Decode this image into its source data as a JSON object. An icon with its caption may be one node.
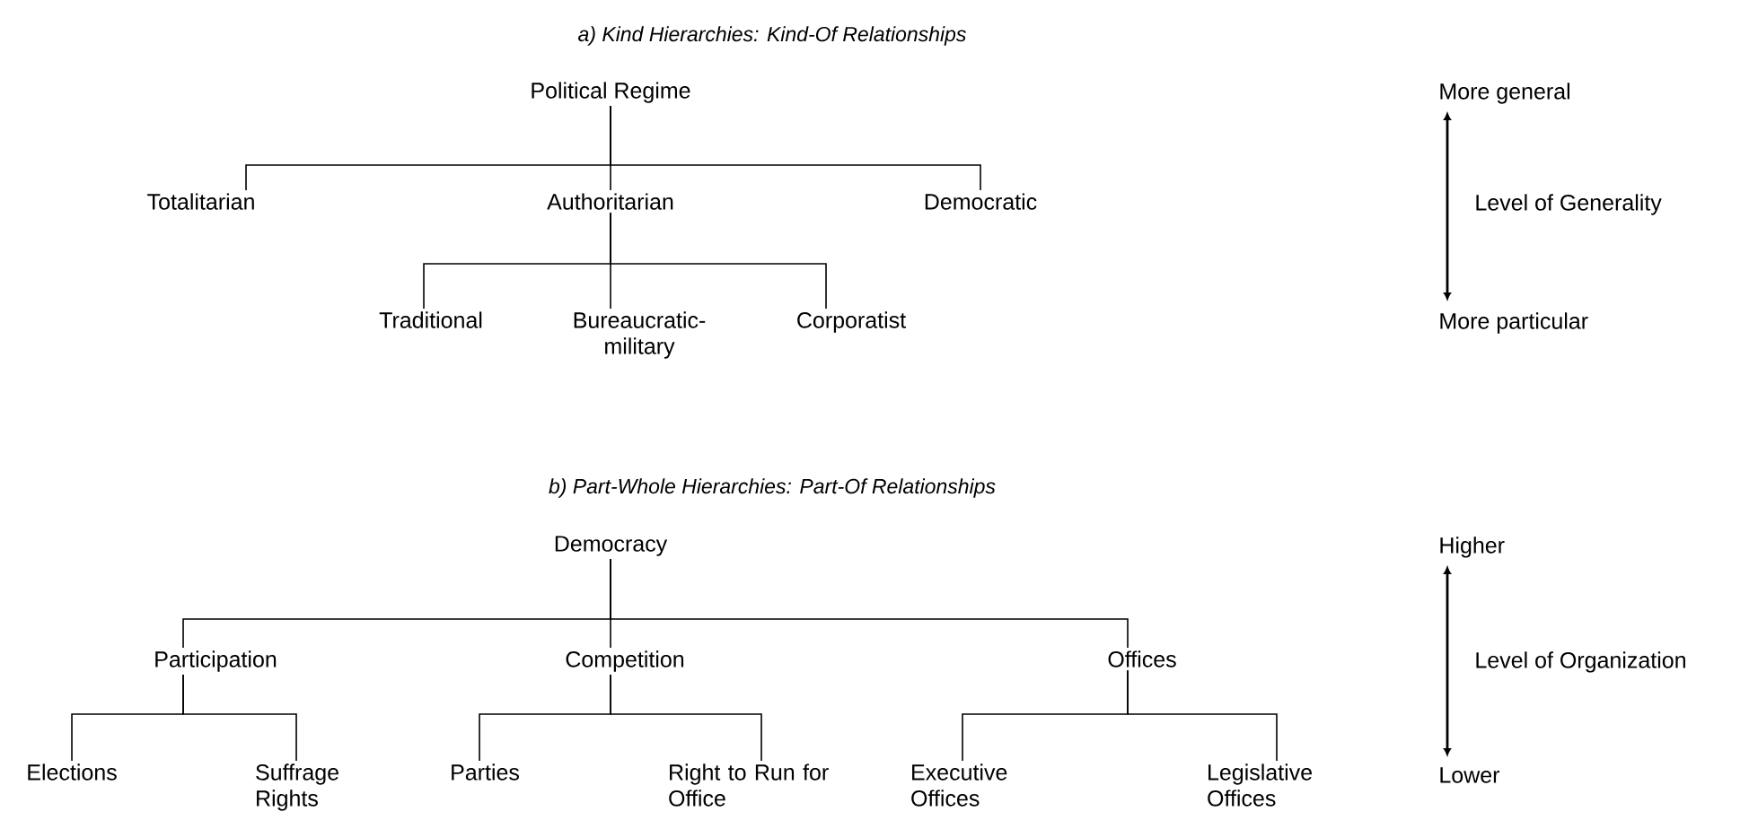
{
  "diagram": {
    "nodes": [
      {
        "text": [
          "Political Regime"
        ]
      },
      {
        "text": [
          "Totalitarian"
        ]
      },
      {
        "text": [
          "Authoritarian"
        ]
      },
      {
        "text": [
          "Democratic"
        ]
      },
      {
        "text": [
          "Traditional"
        ]
      },
      {
        "text": [
          "Bureaucratic-military"
        ]
      },
      {
        "text": [
          "Corporatist"
        ]
      },
      {
        "text": [
          "Democracy"
        ]
      },
      {
        "text": [
          "Participation"
        ]
      },
      {
        "text": [
          "Competition"
        ]
      },
      {
        "text": [
          "Offices"
        ]
      },
      {
        "text": [
          "Elections"
        ]
      },
      {
        "text": [
          "Suffrage Rights"
        ]
      },
      {
        "text": [
          "Parties"
        ]
      },
      {
        "text": [
          "Right to Run for Office"
        ]
      },
      {
        "text": [
          "Executive Offices"
        ]
      },
      {
        "text": [
          "Legislative Offices"
        ]
      }
    ],
    "edges": [
      {
        "from": 0,
        "to": 1,
        "arrow": "none"
      },
      {
        "from": 0,
        "to": 2,
        "arrow": "none"
      },
      {
        "from": 0,
        "to": 3,
        "arrow": "none"
      },
      {
        "from": 2,
        "to": 4,
        "arrow": "none"
      },
      {
        "from": 2,
        "to": 5,
        "arrow": "none"
      },
      {
        "from": 2,
        "to": 6,
        "arrow": "none"
      },
      {
        "from": 7,
        "to": 8,
        "arrow": "none"
      },
      {
        "from": 7,
        "to": 9,
        "arrow": "none"
      },
      {
        "from": 7,
        "to": 10,
        "arrow": "none"
      },
      {
        "from": 8,
        "to": 11,
        "arrow": "none"
      },
      {
        "from": 8,
        "to": 12,
        "arrow": "none"
      },
      {
        "from": 9,
        "to": 13,
        "arrow": "none"
      },
      {
        "from": 9,
        "to": 14,
        "arrow": "none"
      },
      {
        "from": 10,
        "to": 15,
        "arrow": "none"
      },
      {
        "from": 10,
        "to": 16,
        "arrow": "none"
      }
    ],
    "labels": [
      "a) Kind Hierarchies: Kind-Of Relationships",
      "More general",
      "Level of Generality",
      "More particular",
      "b) Part-Whole Hierarchies: Part-Of Relationships",
      "Higher",
      "Level of Organization",
      "Lower"
    ]
  }
}
